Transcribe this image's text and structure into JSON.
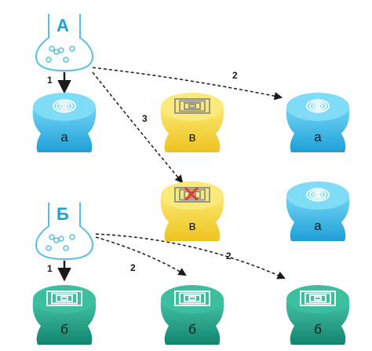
{
  "colors": {
    "blue_receptor": "#3bb6e6",
    "yellow_receptor": "#f5d43a",
    "green_receptor": "#1fa38a",
    "flask_letter": "#14a3d6",
    "flask_outline": "#55c0e6",
    "arrow": "#1a1a1a",
    "block_x": "#e53935"
  },
  "flasks": [
    {
      "id": "A",
      "label": "А"
    },
    {
      "id": "B",
      "label": "Б"
    }
  ],
  "receptors": {
    "top_left": {
      "label": "а",
      "color": "blue"
    },
    "top_middle": {
      "label": "в",
      "color": "yellow"
    },
    "top_right": {
      "label": "а",
      "color": "blue"
    },
    "middle_middle": {
      "label": "в",
      "color": "yellow",
      "blocked": true
    },
    "middle_right": {
      "label": "а",
      "color": "blue"
    },
    "bottom_left": {
      "label": "б",
      "color": "green"
    },
    "bottom_middle": {
      "label": "б",
      "color": "green"
    },
    "bottom_right": {
      "label": "б",
      "color": "green"
    }
  },
  "steps": {
    "a_down": "1",
    "a_to_right": "2",
    "a_to_middle": "3",
    "b_down": "1",
    "b_to_middle": "2",
    "b_to_right": "2"
  },
  "icons": {
    "blue_site": "concentric-circles-icon",
    "yellow_site": "nested-squares-icon",
    "green_site": "nested-squares-icon",
    "block": "cross-icon"
  }
}
